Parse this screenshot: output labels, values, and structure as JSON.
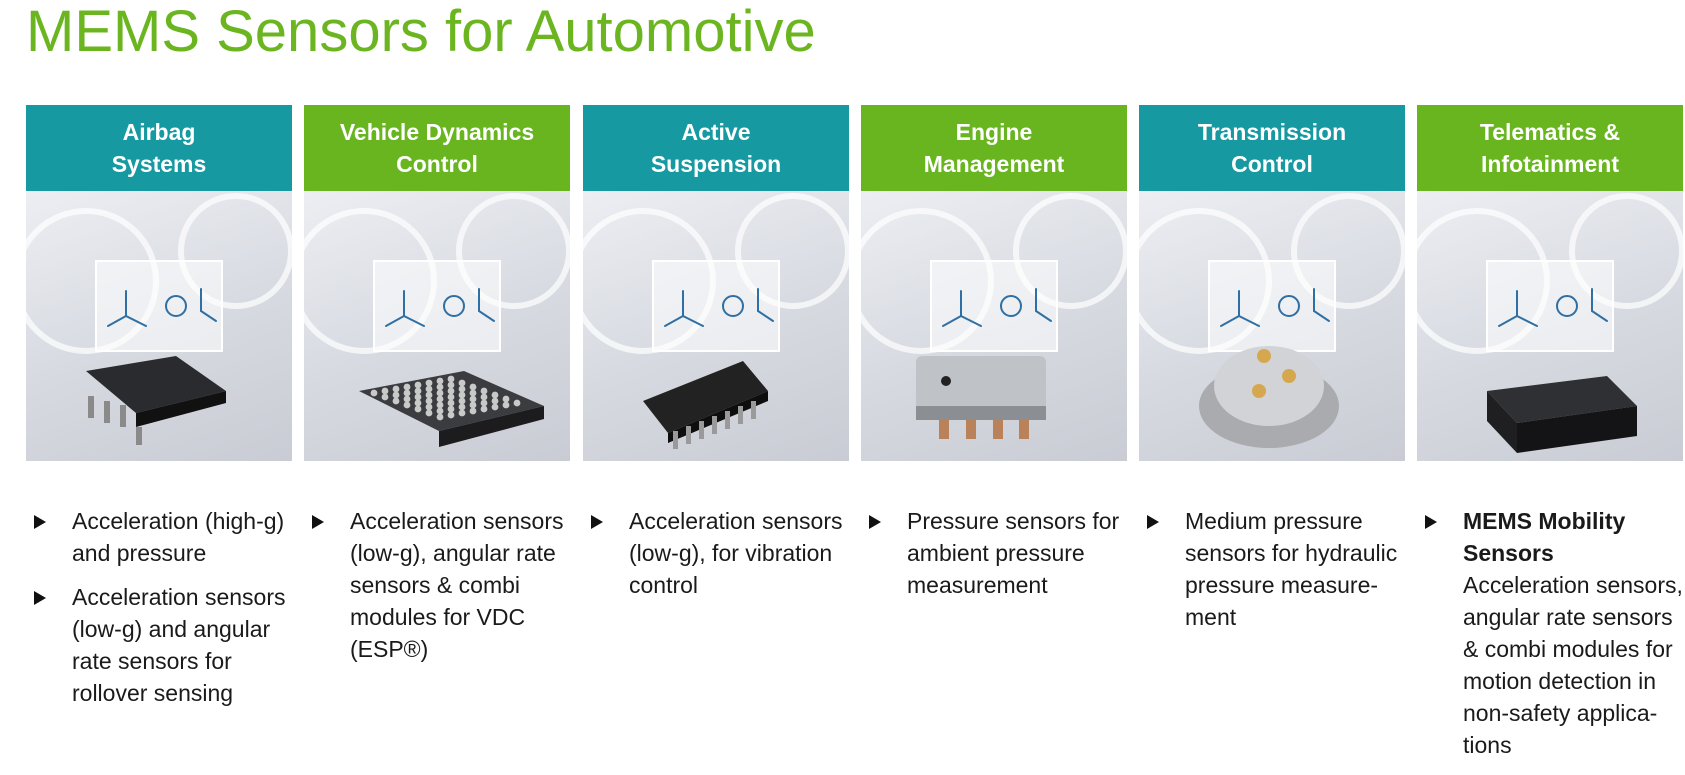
{
  "title": "MEMS Sensors for Automotive",
  "colors": {
    "teal": "#1799a2",
    "green": "#68b51f",
    "title": "#6bb620"
  },
  "columns": [
    {
      "header": "Airbag\nSystems",
      "color": "teal",
      "icons": [
        "steering-wheel-icon",
        "car-crash-icon",
        "airbag-person-icon",
        "axes-icon"
      ],
      "component": "soic-chip",
      "bullets": [
        {
          "bold": "",
          "text": "Acceleration (high-g) and pressure"
        },
        {
          "bold": "",
          "text": "Acceleration sensors (low-g) and angular rate sensors for rollover sensing"
        }
      ]
    },
    {
      "header": "Vehicle Dynamics\nControl",
      "color": "green",
      "icons": [
        "skidding-car-icon",
        "tire-icon",
        "axes-icon",
        "car-tilt-icon"
      ],
      "component": "bga-chip",
      "bullets": [
        {
          "bold": "",
          "text": "Acceleration sensors (low-g), angular rate sensors & combi modules for VDC (ESP®)"
        }
      ]
    },
    {
      "header": "Active\nSuspension",
      "color": "teal",
      "icons": [
        "wheel-icon",
        "spring-icon",
        "axes-icon"
      ],
      "component": "soic16-chip",
      "bullets": [
        {
          "bold": "",
          "text": "Acceleration sensors (low-g), for vibration control"
        }
      ]
    },
    {
      "header": "Engine\nManagement",
      "color": "green",
      "icons": [
        "pressure-graph-icon",
        "gauge-icon",
        "engine-icon"
      ],
      "component": "pressure-sensor-package",
      "bullets": [
        {
          "bold": "",
          "text": "Pressure sensors for ambient pressure measurement"
        }
      ]
    },
    {
      "header": "Transmission\nControl",
      "color": "teal",
      "icons": [
        "gear-shift-icon",
        "gear-icon",
        "gauge-icon"
      ],
      "component": "hydraulic-pressure-sensor",
      "bullets": [
        {
          "bold": "",
          "text": "Medium pressure sensors for hydraulic pressure measure-ment"
        }
      ]
    },
    {
      "header": "Telematics &\nInfotainment",
      "color": "green",
      "icons": [
        "navigation-icon",
        "fingerprint-icon",
        "axes-icon",
        "location-icon"
      ],
      "component": "lga-module",
      "bullets": [
        {
          "bold": "MEMS Mobility Sensors",
          "text": "Acceleration sensors, angular rate sensors & combi modules for motion detection in non-safety applica-tions"
        }
      ]
    }
  ]
}
